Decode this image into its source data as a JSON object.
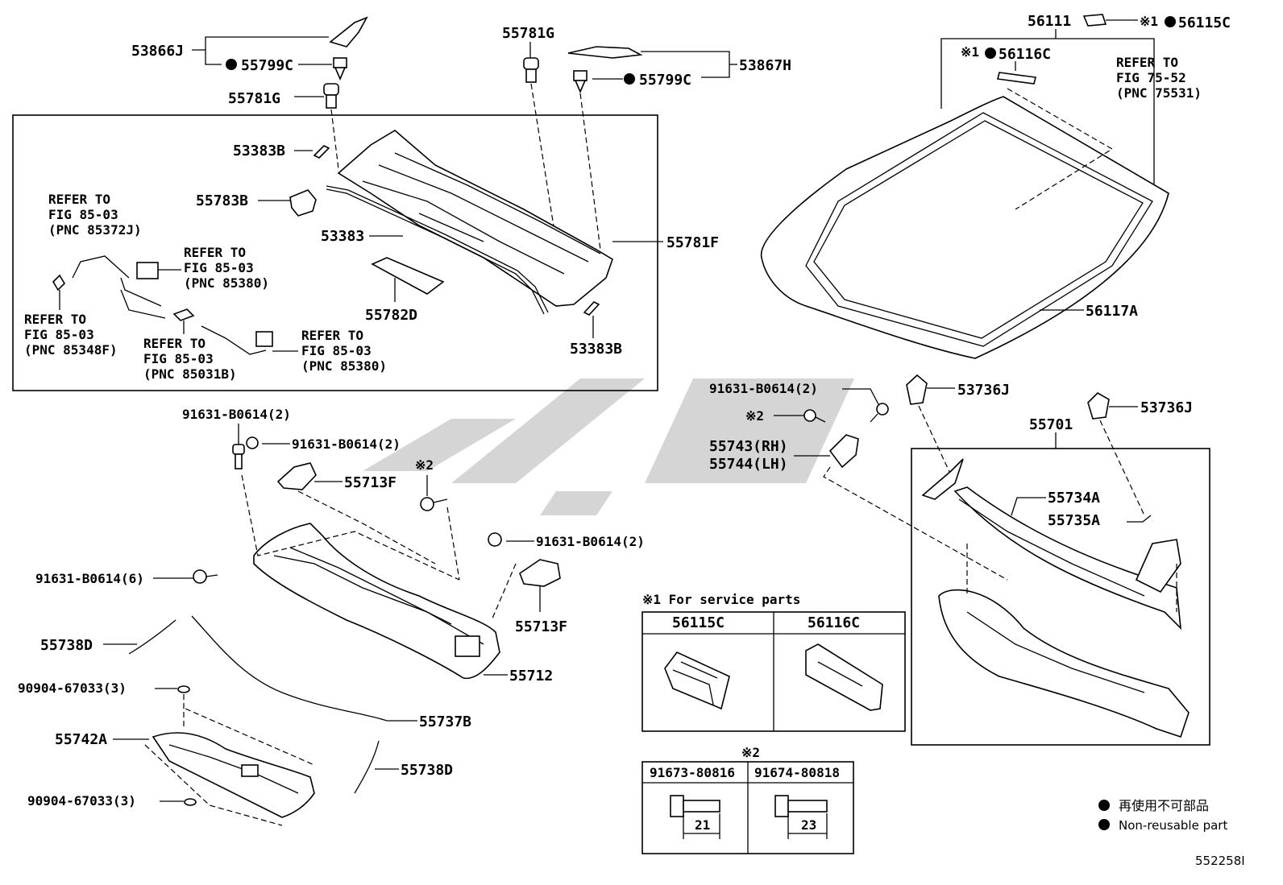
{
  "labels": {
    "p53866J": "53866J",
    "p55799C_a": "55799C",
    "p55781G_a": "55781G",
    "p55781G_b": "55781G",
    "p55799C_b": "55799C",
    "p53867H": "53867H",
    "p53383B_a": "53383B",
    "p55783B": "55783B",
    "p53383": "53383",
    "p55781F": "55781F",
    "p55782D": "55782D",
    "p53383B_b": "53383B",
    "p56111": "56111",
    "p56115C": "56115C",
    "p56116C": "56116C",
    "p56117A": "56117A",
    "p91631_a": "91631-B0614(2)",
    "p53736J_a": "53736J",
    "p53736J_b": "53736J",
    "p55743": "55743(RH)",
    "p55744": "55744(LH)",
    "p55701": "55701",
    "p55734A": "55734A",
    "p55735A": "55735A",
    "p91631_b": "91631-B0614(2)",
    "p91631_c": "91631-B0614(2)",
    "p55713F_a": "55713F",
    "p91631_d": "91631-B0614(2)",
    "p91631_e": "91631-B0614(6)",
    "p55713F_b": "55713F",
    "p55738D_a": "55738D",
    "p55712": "55712",
    "p90904_a": "90904-67033(3)",
    "p55737B": "55737B",
    "p55742A": "55742A",
    "p55738D_b": "55738D",
    "p90904_b": "90904-67033(3)"
  },
  "marks": {
    "x1": "※1",
    "x2": "※2"
  },
  "refs": {
    "r1": [
      "REFER TO",
      "FIG 85-03",
      "(PNC 85372J)"
    ],
    "r2": [
      "REFER TO",
      "FIG 85-03",
      "(PNC 85380)"
    ],
    "r3": [
      "REFER TO",
      "FIG 85-03",
      "(PNC 85348F)"
    ],
    "r4": [
      "REFER TO",
      "FIG 85-03",
      "(PNC 85031B)"
    ],
    "r5": [
      "REFER TO",
      "FIG 85-03",
      "(PNC 85380)"
    ],
    "r6": [
      "REFER TO",
      "FIG 75-52",
      "(PNC 75531)"
    ]
  },
  "service_table": {
    "note": "※1 For service parts",
    "col1": "56115C",
    "col2": "56116C"
  },
  "bolt_table": {
    "mark": "※2",
    "col1": "91673-80816",
    "col2": "91674-80818",
    "dim1": "21",
    "dim2": "23"
  },
  "legend": {
    "jp": "再使用不可部品",
    "en": "Non-reusable part"
  },
  "figure_id": "552258I"
}
